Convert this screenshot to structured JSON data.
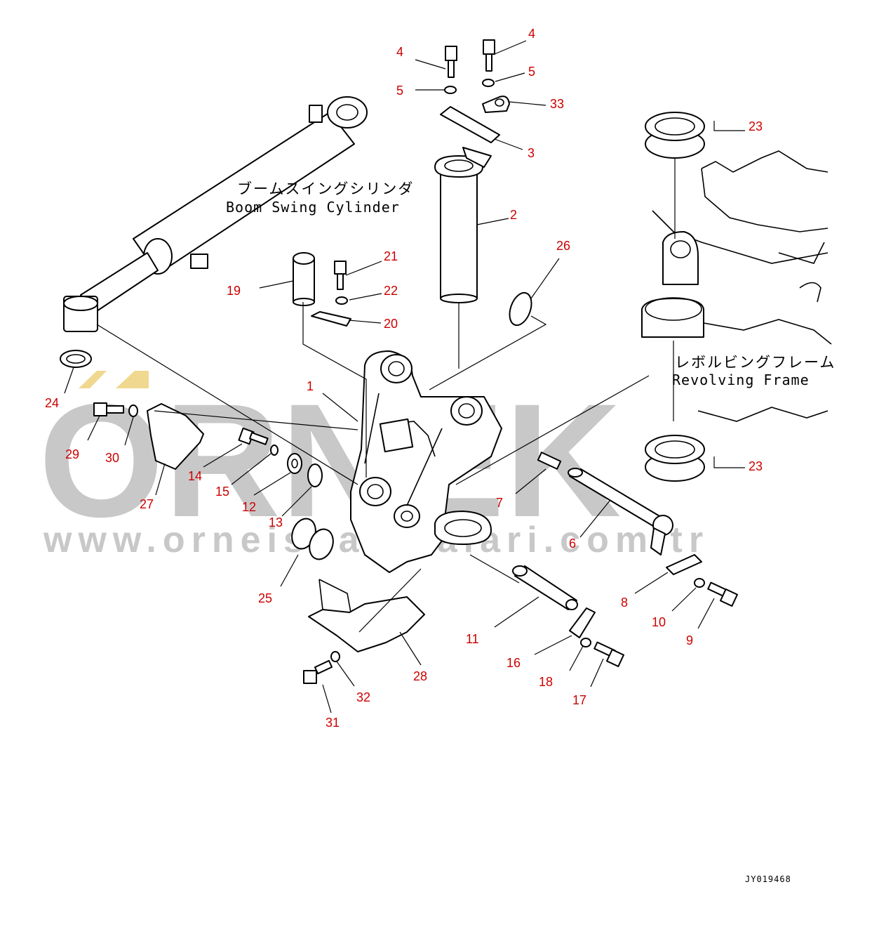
{
  "labels": {
    "boom_swing_cylinder_jp": "ブームスイングシリンダ",
    "boom_swing_cylinder_en": "Boom Swing Cylinder",
    "revolving_frame_jp": "レボルビングフレーム",
    "revolving_frame_en": "Revolving Frame",
    "drawing_code": "JY019468"
  },
  "watermark": {
    "brand": "ORNEK",
    "url": "www.orneisnakinalari.com.tr"
  },
  "callouts": [
    {
      "id": "c4a",
      "num": "4"
    },
    {
      "id": "c4b",
      "num": "4"
    },
    {
      "id": "c5a",
      "num": "5"
    },
    {
      "id": "c5b",
      "num": "5"
    },
    {
      "id": "c33",
      "num": "33"
    },
    {
      "id": "c3",
      "num": "3"
    },
    {
      "id": "c2",
      "num": "2"
    },
    {
      "id": "c23a",
      "num": "23"
    },
    {
      "id": "c23b",
      "num": "23"
    },
    {
      "id": "c26",
      "num": "26"
    },
    {
      "id": "c21",
      "num": "21"
    },
    {
      "id": "c22",
      "num": "22"
    },
    {
      "id": "c19",
      "num": "19"
    },
    {
      "id": "c20",
      "num": "20"
    },
    {
      "id": "c1",
      "num": "1"
    },
    {
      "id": "c24",
      "num": "24"
    },
    {
      "id": "c29",
      "num": "29"
    },
    {
      "id": "c30",
      "num": "30"
    },
    {
      "id": "c27",
      "num": "27"
    },
    {
      "id": "c14",
      "num": "14"
    },
    {
      "id": "c15",
      "num": "15"
    },
    {
      "id": "c12",
      "num": "12"
    },
    {
      "id": "c13",
      "num": "13"
    },
    {
      "id": "c7",
      "num": "7"
    },
    {
      "id": "c6",
      "num": "6"
    },
    {
      "id": "c25",
      "num": "25"
    },
    {
      "id": "c8",
      "num": "8"
    },
    {
      "id": "c10",
      "num": "10"
    },
    {
      "id": "c9",
      "num": "9"
    },
    {
      "id": "c11",
      "num": "11"
    },
    {
      "id": "c16",
      "num": "16"
    },
    {
      "id": "c18",
      "num": "18"
    },
    {
      "id": "c17",
      "num": "17"
    },
    {
      "id": "c28",
      "num": "28"
    },
    {
      "id": "c32",
      "num": "32"
    },
    {
      "id": "c31",
      "num": "31"
    }
  ],
  "colors": {
    "callout": "#cc0000",
    "line": "#000000",
    "watermark": "#c8c8c8",
    "accent": "#f0d890"
  }
}
